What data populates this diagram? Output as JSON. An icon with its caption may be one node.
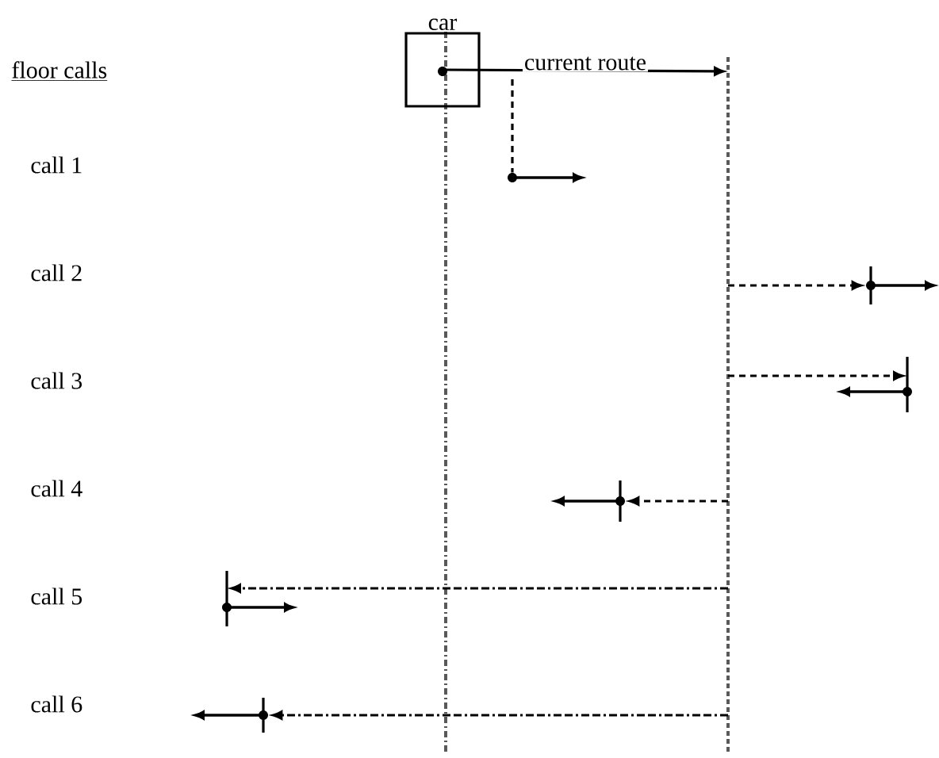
{
  "diagram": {
    "nodes": [
      {
        "text": [
          "car"
        ]
      },
      {
        "text": [],
        "shape": "circle"
      },
      {
        "text": [],
        "shape": "circle"
      },
      {
        "text": [],
        "shape": "circle"
      },
      {
        "text": [],
        "shape": "circle"
      },
      {
        "text": [],
        "shape": "circle"
      },
      {
        "text": [],
        "shape": "circle"
      }
    ],
    "edges": [
      {
        "from": 0,
        "to": null,
        "arrow": "to",
        "label": "current route"
      },
      {
        "from": null,
        "to": 1,
        "arrow": "none",
        "style": "dashed"
      },
      {
        "from": null,
        "to": 2,
        "arrow": "to",
        "style": "dashed"
      },
      {
        "from": null,
        "to": 3,
        "arrow": "to",
        "style": "dashed"
      },
      {
        "from": null,
        "to": 4,
        "arrow": "to",
        "style": "dashed"
      },
      {
        "from": null,
        "to": 5,
        "arrow": "to",
        "style": "dashed"
      },
      {
        "from": null,
        "to": 6,
        "arrow": "to",
        "style": "dashed"
      }
    ],
    "labels": [
      "floor calls",
      "call 1",
      "call 2",
      "call 3",
      "call 4",
      "call 5",
      "call 6"
    ]
  }
}
